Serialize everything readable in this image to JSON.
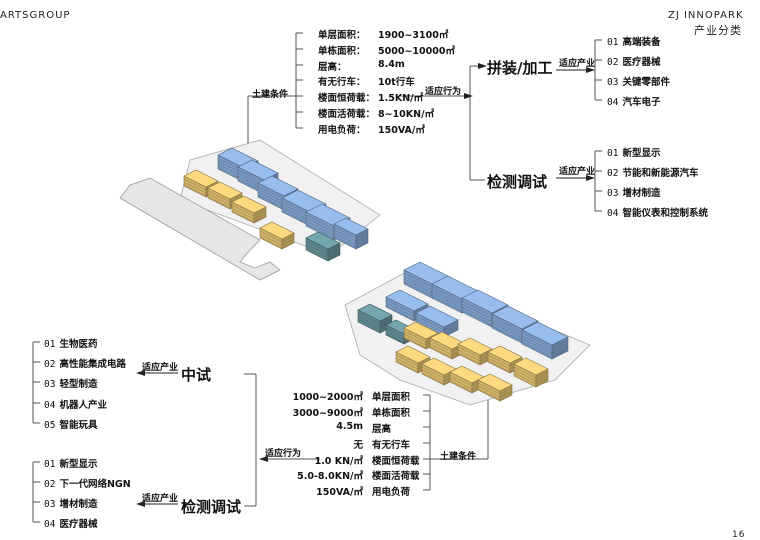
{
  "header": {
    "left": "ARTSGROUP",
    "right_en": "ZJ INNOPARK",
    "right_cn": "产业分类"
  },
  "page_number": "16",
  "top": {
    "condition_label": "土建条件",
    "behavior_label": "适应行为",
    "conditions": [
      {
        "name": "单层面积：",
        "value": "1900~3100㎡"
      },
      {
        "name": "单栋面积：",
        "value": "5000~10000㎡"
      },
      {
        "name": "层高：",
        "value": "8.4m"
      },
      {
        "name": "有无行车：",
        "value": "10t行车"
      },
      {
        "name": "楼面恒荷载：",
        "value": "1.5KN/㎡"
      },
      {
        "name": "楼面活荷载：",
        "value": "8~10KN/㎡"
      },
      {
        "name": "用电负荷：",
        "value": "150VA/㎡"
      }
    ],
    "groups": [
      {
        "title": "拼装/加工",
        "adapt": "适应产业",
        "items": [
          {
            "n": "01",
            "t": "高端装备"
          },
          {
            "n": "02",
            "t": "医疗器械"
          },
          {
            "n": "03",
            "t": "关键零部件"
          },
          {
            "n": "04",
            "t": "汽车电子"
          }
        ]
      },
      {
        "title": "检测调试",
        "adapt": "适应产业",
        "items": [
          {
            "n": "01",
            "t": "新型显示"
          },
          {
            "n": "02",
            "t": "节能和新能源汽车"
          },
          {
            "n": "03",
            "t": "增材制造"
          },
          {
            "n": "04",
            "t": "智能仪表和控制系统"
          }
        ]
      }
    ]
  },
  "bottom": {
    "condition_label": "土建条件",
    "behavior_label": "适应行为",
    "conditions": [
      {
        "value": "1000~2000㎡",
        "name": "单层面积"
      },
      {
        "value": "3000~9000㎡",
        "name": "单栋面积"
      },
      {
        "value": "4.5m",
        "name": "层高"
      },
      {
        "value": "无",
        "name": "有无行车"
      },
      {
        "value": "1.0 KN/㎡",
        "name": "楼面恒荷载"
      },
      {
        "value": "5.0-8.0KN/㎡",
        "name": "楼面活荷载"
      },
      {
        "value": "150VA/㎡",
        "name": "用电负荷"
      }
    ],
    "groups": [
      {
        "title": "中试",
        "adapt": "适应产业",
        "items": [
          {
            "n": "01",
            "t": "生物医药"
          },
          {
            "n": "02",
            "t": "高性能集成电路"
          },
          {
            "n": "03",
            "t": "轻型制造"
          },
          {
            "n": "04",
            "t": "机器人产业"
          },
          {
            "n": "05",
            "t": "智能玩具"
          }
        ]
      },
      {
        "title": "检测调试",
        "adapt": "适应产业",
        "items": [
          {
            "n": "01",
            "t": "新型显示"
          },
          {
            "n": "02",
            "t": "下一代网络NGN"
          },
          {
            "n": "03",
            "t": "增材制造"
          },
          {
            "n": "04",
            "t": "医疗器械"
          }
        ]
      }
    ]
  },
  "colors": {
    "blue": "#8fb4e3",
    "yellow": "#f3cf78",
    "teal": "#6f9ea6",
    "ground": "#f2f2f2"
  }
}
